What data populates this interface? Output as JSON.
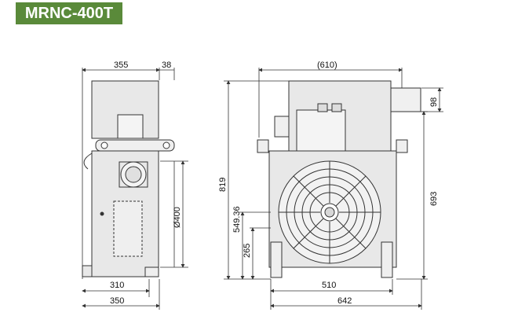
{
  "model": "MRNC-400T",
  "colors": {
    "badge": "#5a8a3a",
    "body": "#e8e8e8",
    "line": "#333333"
  },
  "dimensions": {
    "side_width_top": "355",
    "side_offset_top": "38",
    "side_base_310": "310",
    "side_base_350": "350",
    "side_diameter": "Ø400",
    "front_motor_length": "(610)",
    "front_motor_height": "98",
    "front_total_height": "819",
    "front_center_height": "549.36",
    "front_base_height": "265",
    "front_right_height": "693",
    "front_base_510": "510",
    "front_base_642": "642"
  }
}
